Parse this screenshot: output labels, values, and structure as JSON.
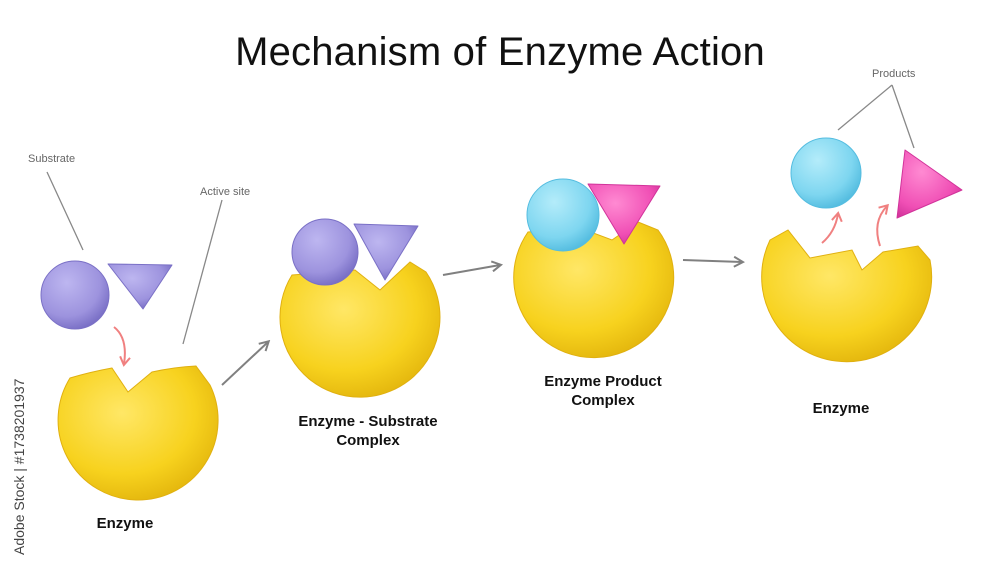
{
  "title": "Mechanism of Enzyme Action",
  "labels": {
    "substrate": "Substrate",
    "active_site": "Active site",
    "products": "Products",
    "enzyme": "Enzyme",
    "es_complex_line1": "Enzyme - Substrate",
    "es_complex_line2": "Complex",
    "ep_complex_line1": "Enzyme Product",
    "ep_complex_line2": "Complex",
    "enzyme_final": "Enzyme"
  },
  "watermark": "Adobe Stock | #1738201937",
  "colors": {
    "enzyme": "#F7D21E",
    "substrate": "#9D93DE",
    "product_circle": "#7ED6F0",
    "product_triangle": "#F04FB5",
    "reaction_arrow": "#F08080",
    "flow_arrow": "#808080",
    "leader_line": "#888888"
  }
}
